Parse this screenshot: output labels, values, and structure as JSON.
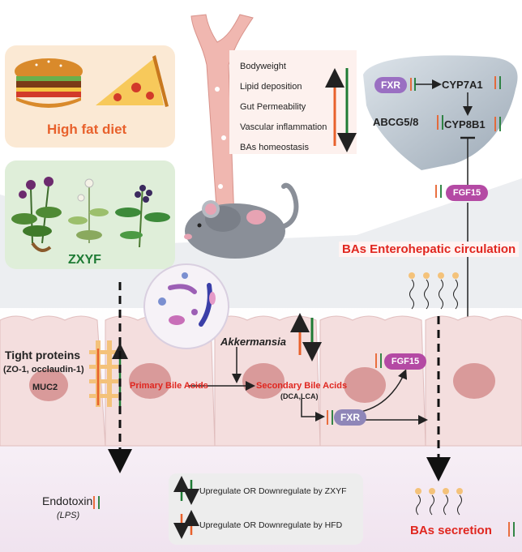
{
  "hfd": {
    "label": "High fat diet"
  },
  "herb": {
    "label": "ZXYF"
  },
  "effects": [
    "Bodyweight",
    "Lipid deposition",
    "Gut Permeability",
    "Vascular inflammation",
    "BAs homeostasis"
  ],
  "liver": {
    "fxr": "FXR",
    "cyp7a1": "CYP7A1",
    "abcg": "ABCG5/8",
    "cyp8b1": "CYP8B1"
  },
  "fgf15": "FGF15",
  "circulation": "BAs Enterohepatic circulation",
  "intestine": {
    "tight_title": "Tight proteins",
    "tight_sub": "(ZO-1, occlaudin-1)",
    "muc2": "MUC2",
    "akkermansia": "Akkermansia",
    "primary": "Primary Bile Acids",
    "secondary": "Secondary Bile Acids",
    "secondary_sub": "(DCA,LCA)",
    "fxr": "FXR",
    "fgf15": "FGF15"
  },
  "endotoxin": {
    "label": "Endotoxin",
    "sub": "(LPS)"
  },
  "legend": {
    "zxyf": "Upregulate OR Downregulate by ZXYF",
    "hfd": "Upregulate OR Downregulate by HFD"
  },
  "secretion": "BAs secretion",
  "colors": {
    "zxyf": "#1e7b34",
    "hfd": "#e8612c",
    "emphasis": "#e0261f",
    "pill_purple": "#9a6fc2",
    "pill_magenta": "#b44aa4"
  }
}
